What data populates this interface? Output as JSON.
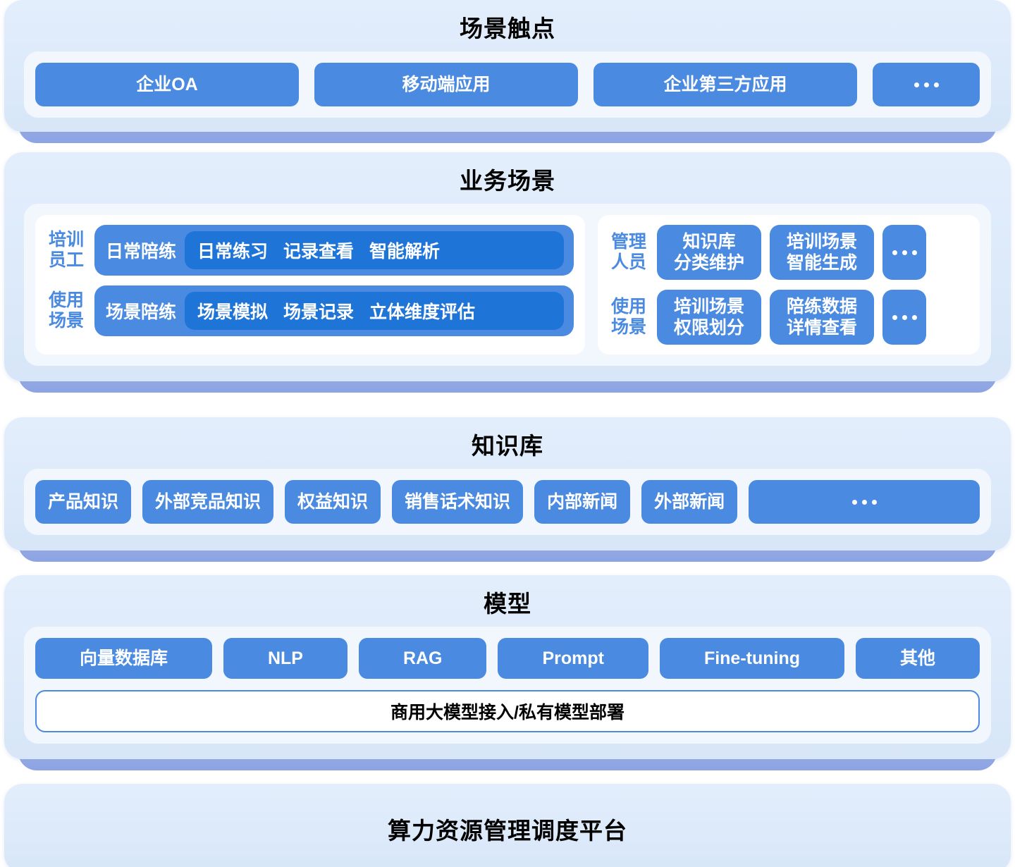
{
  "theme": {
    "pill_blue": "#4a8ae0",
    "pill_blue_dark": "#1f74d8",
    "card_bg_top": "#e3eefc",
    "card_bg_bottom": "#d7e6f8",
    "shadow_bar": "#8ba3e3",
    "inner_panel": "#f1f7fd",
    "white": "#ffffff",
    "title_color": "#000000"
  },
  "sections": {
    "touchpoints": {
      "title": "场景触点",
      "items": [
        {
          "label": "企业OA"
        },
        {
          "label": "移动端应用"
        },
        {
          "label": "企业第三方应用"
        },
        {
          "label": "...",
          "is_ellipsis": true
        }
      ]
    },
    "business": {
      "title": "业务场景",
      "left": {
        "rows": [
          {
            "label": "培训\n员工",
            "head": "日常陪练",
            "tags": [
              "日常练习",
              "记录查看",
              "智能解析"
            ]
          },
          {
            "label": "使用\n场景",
            "head": "场景陪练",
            "tags": [
              "场景模拟",
              "场景记录",
              "立体维度评估"
            ]
          }
        ]
      },
      "right": {
        "rows": [
          {
            "label": "管理\n人员",
            "items": [
              {
                "label": "知识库\n分类维护"
              },
              {
                "label": "培训场景\n智能生成"
              },
              {
                "label": "...",
                "is_ellipsis": true
              }
            ]
          },
          {
            "label": "使用\n场景",
            "items": [
              {
                "label": "培训场景\n权限划分"
              },
              {
                "label": "陪练数据\n详情查看"
              },
              {
                "label": "...",
                "is_ellipsis": true
              }
            ]
          }
        ]
      }
    },
    "knowledge": {
      "title": "知识库",
      "items": [
        {
          "label": "产品知识"
        },
        {
          "label": "外部竞品知识"
        },
        {
          "label": "权益知识"
        },
        {
          "label": "销售话术知识"
        },
        {
          "label": "内部新闻"
        },
        {
          "label": "外部新闻"
        },
        {
          "label": "...",
          "is_ellipsis": true
        }
      ]
    },
    "model": {
      "title": "模型",
      "items": [
        {
          "label": "向量数据库"
        },
        {
          "label": "NLP"
        },
        {
          "label": "RAG"
        },
        {
          "label": "Prompt"
        },
        {
          "label": "Fine-tuning"
        },
        {
          "label": "其他"
        }
      ],
      "bar_label": "商用大模型接入/私有模型部署"
    },
    "platform": {
      "title": "算力资源管理调度平台"
    }
  }
}
